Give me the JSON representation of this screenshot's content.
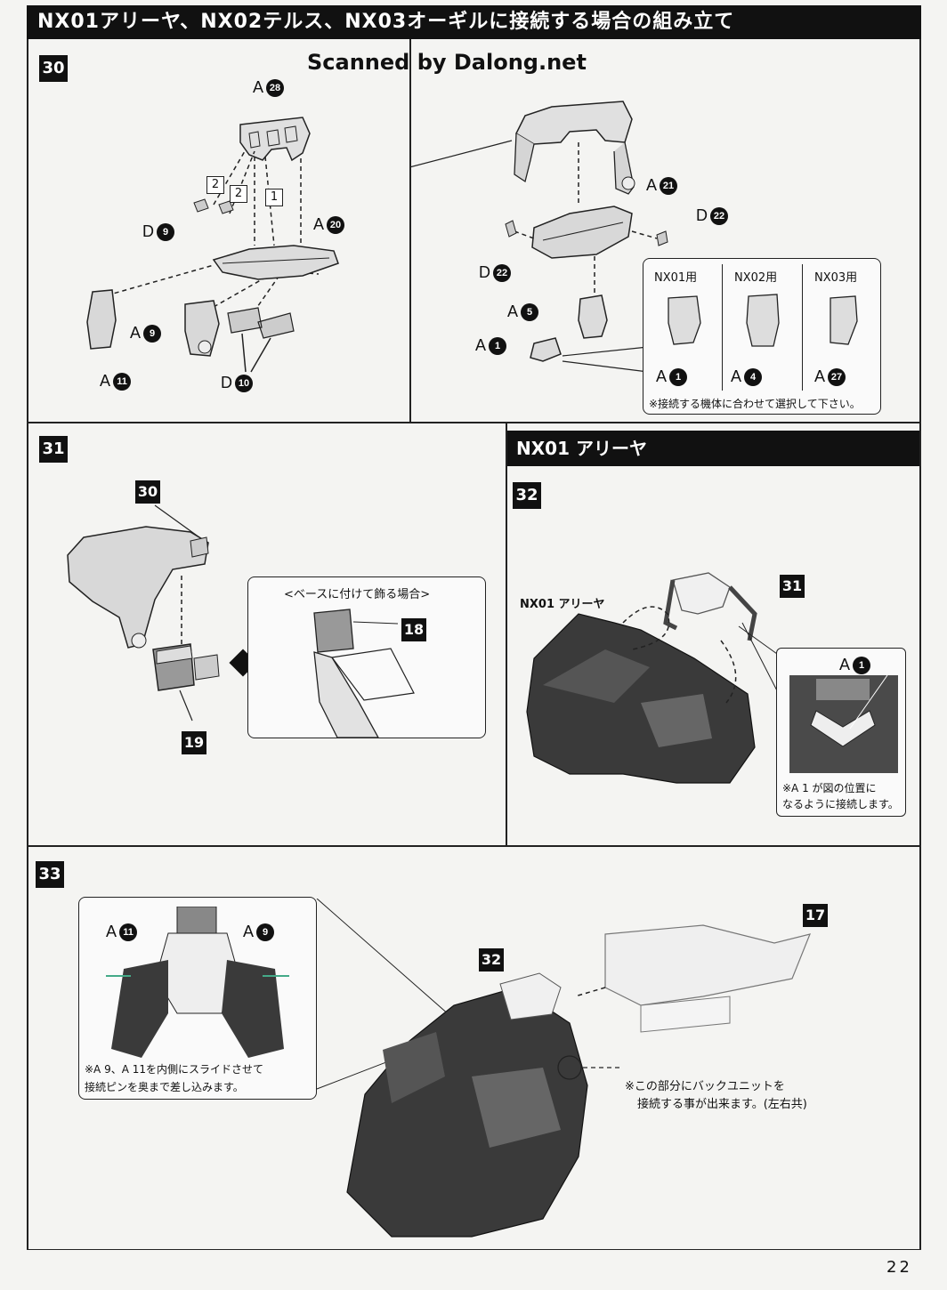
{
  "header": {
    "title": "NX01アリーヤ、NX02テルス、NX03オーギルに接続する場合の組み立て"
  },
  "watermark": "Scanned by Dalong.net",
  "step30": {
    "number": "30",
    "labels": {
      "a28": {
        "letter": "A",
        "num": "28"
      },
      "d9": {
        "letter": "D",
        "num": "9"
      },
      "a20": {
        "letter": "A",
        "num": "20"
      },
      "a9": {
        "letter": "A",
        "num": "9"
      },
      "a11": {
        "letter": "A",
        "num": "11"
      },
      "d10": {
        "letter": "D",
        "num": "10"
      },
      "a21": {
        "letter": "A",
        "num": "21"
      },
      "d22a": {
        "letter": "D",
        "num": "22"
      },
      "d22b": {
        "letter": "D",
        "num": "22"
      },
      "a5": {
        "letter": "A",
        "num": "5"
      },
      "a1": {
        "letter": "A",
        "num": "1"
      }
    },
    "order_marks": [
      "2",
      "2",
      "1"
    ],
    "options": {
      "cols": [
        {
          "title": "NX01用",
          "letter": "A",
          "num": "1"
        },
        {
          "title": "NX02用",
          "letter": "A",
          "num": "4"
        },
        {
          "title": "NX03用",
          "letter": "A",
          "num": "27"
        }
      ],
      "note": "※接続する機体に合わせて選択して下さい。"
    }
  },
  "step31": {
    "number": "31",
    "part_30": "30",
    "part_19": "19",
    "part_18": "18",
    "base_caption": "<ベースに付けて飾る場合>"
  },
  "nx01_header": "NX01 アリーヤ",
  "step32": {
    "number": "32",
    "model_label": "NX01 アリーヤ",
    "part_31": "31",
    "callout_label": {
      "letter": "A",
      "num": "1"
    },
    "callout_note_line1": "※A 1 が図の位置に",
    "callout_note_line2": "なるように接続します。"
  },
  "step33": {
    "number": "33",
    "part_32": "32",
    "part_17": "17",
    "inset_labels": {
      "left": {
        "letter": "A",
        "num": "11"
      },
      "right": {
        "letter": "A",
        "num": "9"
      }
    },
    "inset_note_line1": "※A 9、A 11を内側にスライドさせて",
    "inset_note_line2": "接続ピンを奥まで差し込みます。",
    "back_note_line1": "※この部分にバックユニットを",
    "back_note_line2": "接続する事が出来ます。(左右共)"
  },
  "page_number": "22"
}
